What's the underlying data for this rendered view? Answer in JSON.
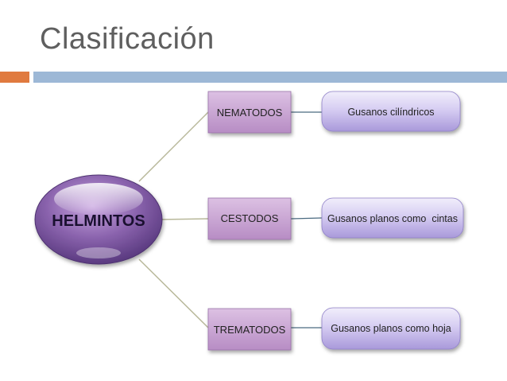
{
  "slide": {
    "title": "Clasificación"
  },
  "diagram": {
    "root": "HELMINTOS",
    "branches": [
      {
        "label": "NEMATODOS",
        "description": "Gusanos cilíndricos"
      },
      {
        "label": "CESTODOS",
        "description": "Gusanos planos como  cintas"
      },
      {
        "label": "TREMATODOS",
        "description": "Gusanos planos como hoja"
      }
    ]
  },
  "colors": {
    "title_text": "#5f5f5f",
    "accent_bar": "#e07a3f",
    "title_bar": "#9db8d6",
    "root_fill": "#7f5aa0",
    "branch_fill": "#c9a3d3",
    "description_fill": "#c7bce8"
  }
}
